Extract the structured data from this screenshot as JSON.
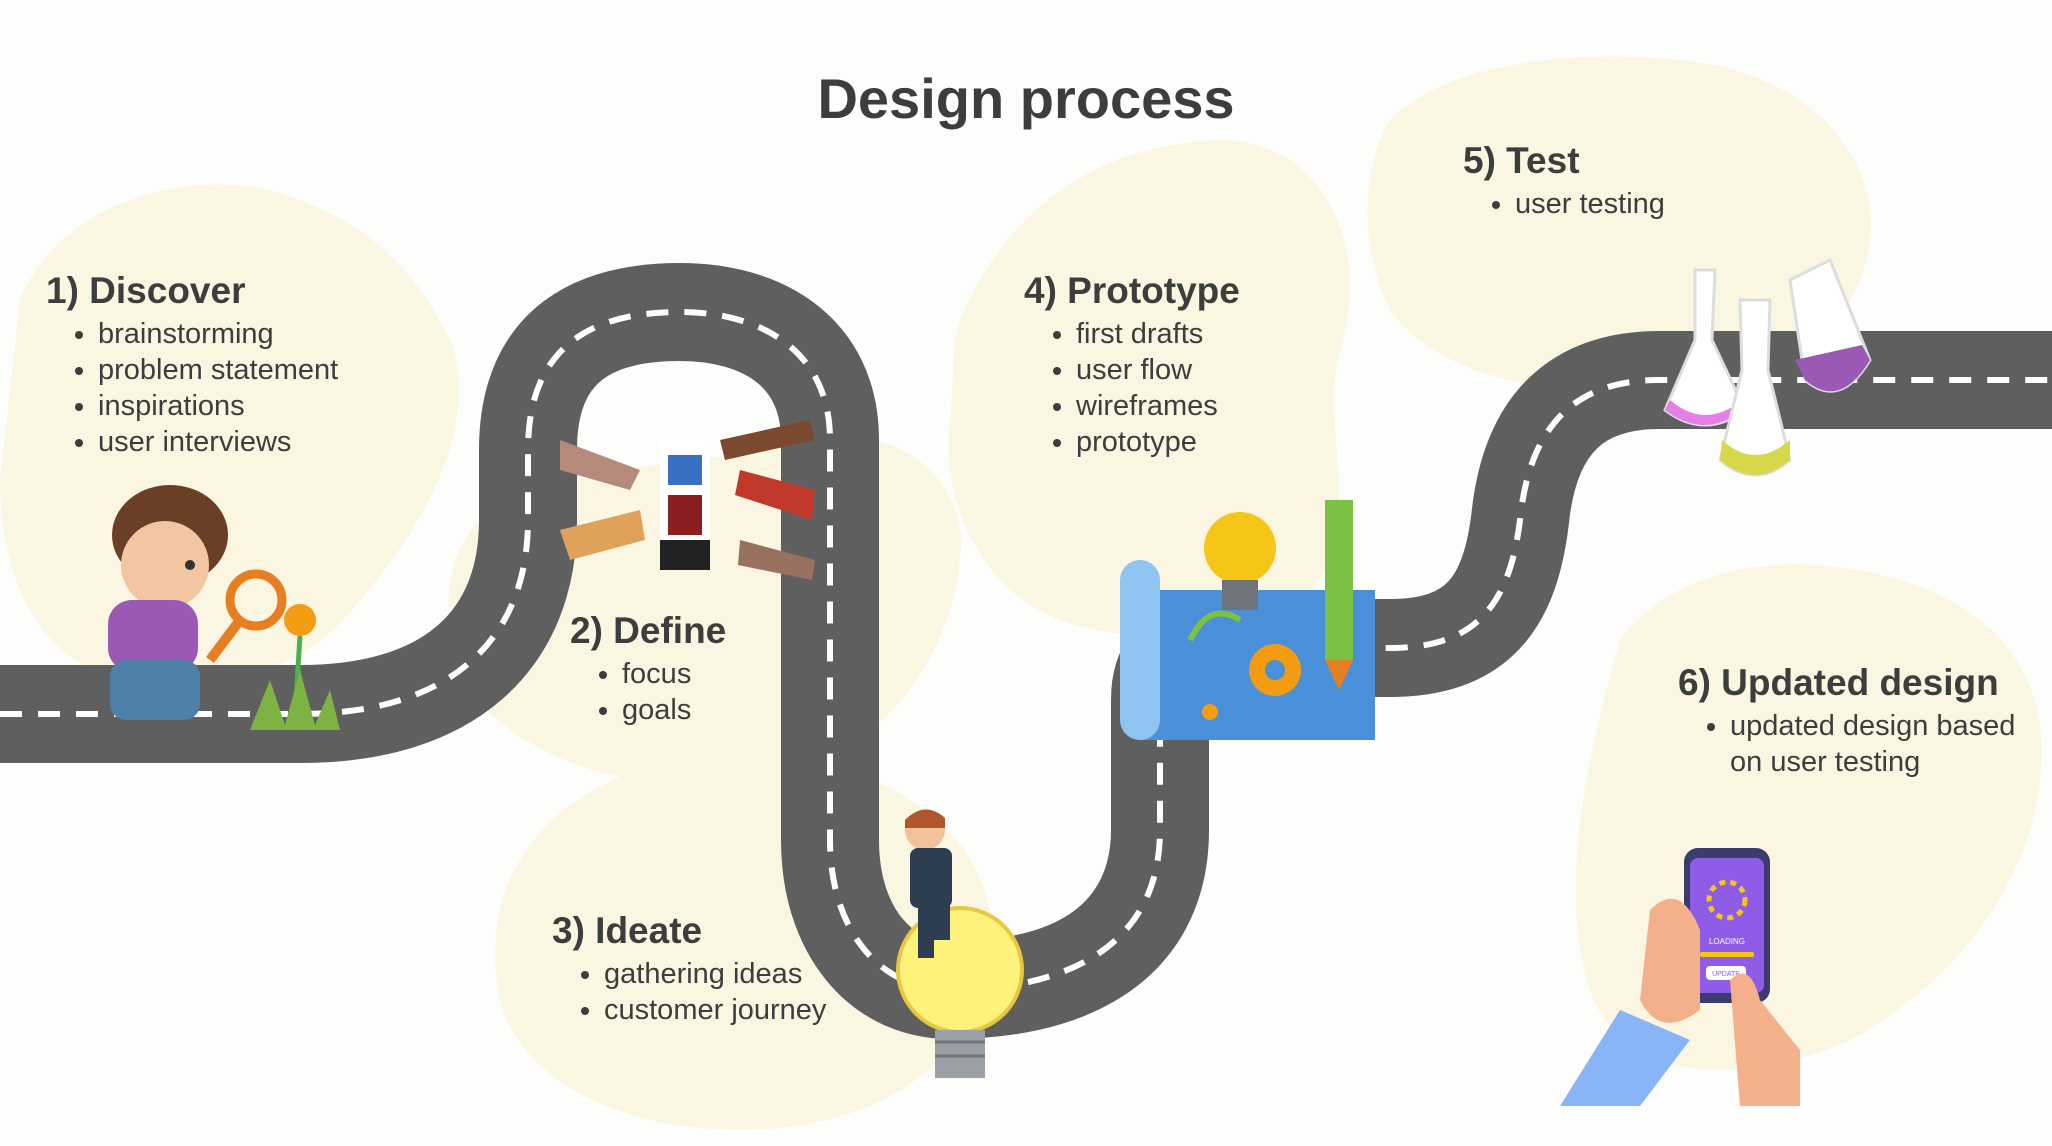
{
  "title": "Design process",
  "steps": [
    {
      "heading": "1) Discover",
      "bullets": [
        "brainstorming",
        "problem statement",
        "inspirations",
        "user interviews"
      ]
    },
    {
      "heading": "2) Define",
      "bullets": [
        "focus",
        "goals"
      ]
    },
    {
      "heading": "3) Ideate",
      "bullets": [
        "gathering ideas",
        "customer journey"
      ]
    },
    {
      "heading": "4) Prototype",
      "bullets": [
        "first drafts",
        "user flow",
        "wireframes",
        "prototype"
      ]
    },
    {
      "heading": "5) Test",
      "bullets": [
        "user testing"
      ]
    },
    {
      "heading": "6) Updated design",
      "bullets": [
        "updated design based on user testing"
      ]
    }
  ],
  "phone": {
    "loading_label": "LOADING",
    "update_label": "UPDATE"
  },
  "colors": {
    "road": "#5f5f5f",
    "road_marking": "#ffffff",
    "blob": "#fbf6e2",
    "text": "#3d3d3d"
  }
}
